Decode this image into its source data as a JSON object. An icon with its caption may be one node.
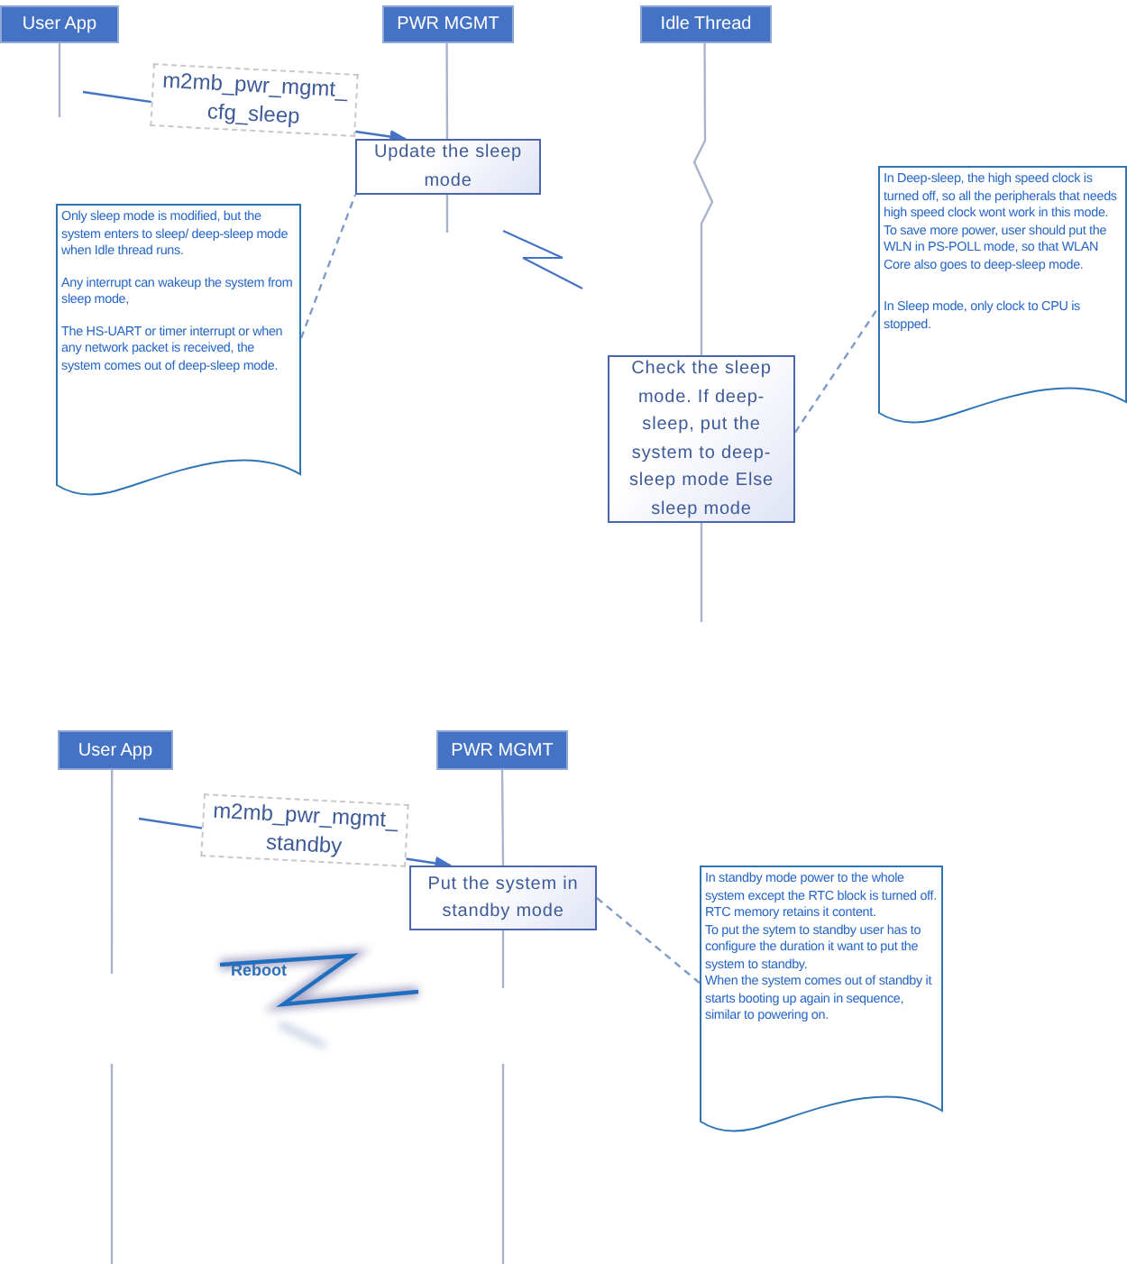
{
  "diagram": {
    "nodes": [
      {
        "text": [
          "User App"
        ]
      },
      {
        "text": [
          "PWR MGMT"
        ]
      },
      {
        "text": [
          "Idle Thread"
        ]
      },
      {
        "text": [
          "Update the sleep mode"
        ]
      },
      {
        "text": [
          "Only sleep mode is modified, but the system enters to sleep/ deep-sleep mode when Idle thread runs.",
          "Any interrupt can wakeup the system from sleep mode,",
          "The HS-UART or timer interrupt or when any network packet is received, the system comes out of deep-sleep mode."
        ]
      },
      {
        "text": [
          "Check the sleep mode. If deep-sleep, put the system to deep-sleep mode Else sleep mode"
        ]
      },
      {
        "text": [
          "In Deep-sleep, the high speed clock is turned off, so all the peripherals that needs high speed clock wont work in this mode. To save more power, user should put the WLN in PS-POLL mode, so that WLAN Core also goes to deep-sleep mode.",
          "In Sleep mode, only clock to CPU is stopped."
        ]
      },
      {
        "text": [
          "User App"
        ]
      },
      {
        "text": [
          "PWR MGMT"
        ]
      },
      {
        "text": [
          "Put the system in standby mode"
        ]
      },
      {
        "text": [
          "In standby mode power to the whole system except the RTC block is turned off. RTC memory retains it content.",
          "To put the sytem to standby user has to configure the duration it want to put the system to standby.",
          "When the system comes out of standby it starts booting up again in sequence, similar to powering on."
        ]
      }
    ],
    "edges": [
      {
        "from": 0,
        "to": null,
        "arrow": "none"
      },
      {
        "from": 1,
        "to": 3,
        "arrow": "none"
      },
      {
        "from": 3,
        "to": null,
        "arrow": "none"
      },
      {
        "from": 2,
        "to": 5,
        "arrow": "none"
      },
      {
        "from": 5,
        "to": null,
        "arrow": "none"
      },
      {
        "from": null,
        "to": 3,
        "arrow": "to",
        "label": "m2mb_pwr_mgmt_ cfg_sleep",
        "color": "#4472c4"
      },
      {
        "from": 4,
        "to": 3,
        "arrow": "none",
        "style": "dashed"
      },
      {
        "from": 5,
        "to": 6,
        "arrow": "none",
        "style": "dashed"
      },
      {
        "from": 7,
        "to": null,
        "arrow": "none"
      },
      {
        "from": 8,
        "to": 9,
        "arrow": "none"
      },
      {
        "from": 9,
        "to": null,
        "arrow": "none"
      },
      {
        "from": null,
        "to": 9,
        "arrow": "to",
        "label": "m2mb_pwr_mgmt_ standby",
        "color": "#4472c4"
      },
      {
        "from": 9,
        "to": 10,
        "arrow": "none",
        "style": "dashed"
      }
    ],
    "labels": [
      "Reboot"
    ]
  }
}
